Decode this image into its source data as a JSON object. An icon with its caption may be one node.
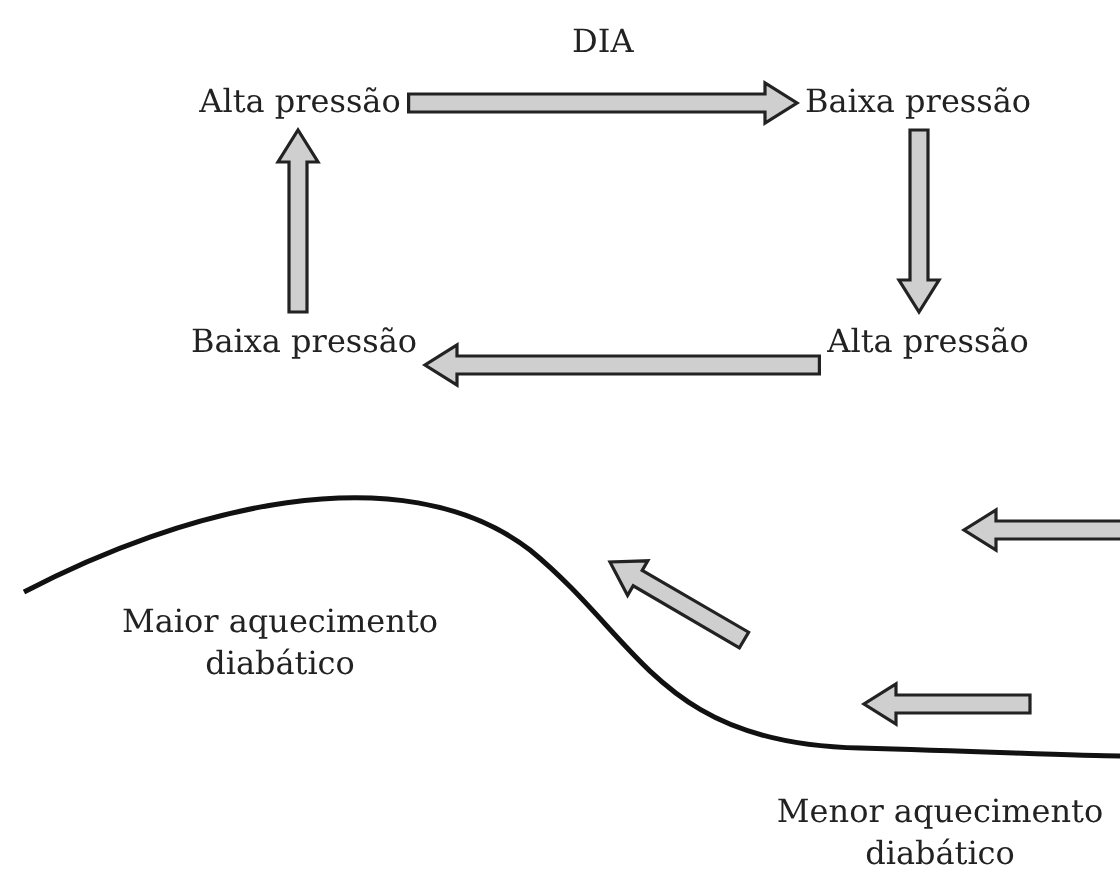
{
  "diagram": {
    "nodes": [
      {
        "text": [
          "Alta pressão"
        ]
      },
      {
        "text": [
          "Baixa pressão"
        ]
      },
      {
        "text": [
          "Alta pressão"
        ]
      },
      {
        "text": [
          "Baixa pressão"
        ]
      }
    ],
    "edges": [
      {
        "from": 0,
        "to": 1,
        "arrow": "to",
        "label": "DIA"
      },
      {
        "from": 1,
        "to": 2,
        "arrow": "to"
      },
      {
        "from": 2,
        "to": 3,
        "arrow": "to"
      },
      {
        "from": 3,
        "to": 0,
        "arrow": "to"
      }
    ],
    "labels": [
      "Maior aquecimento diabático",
      "Menor aquecimento diabático"
    ]
  }
}
